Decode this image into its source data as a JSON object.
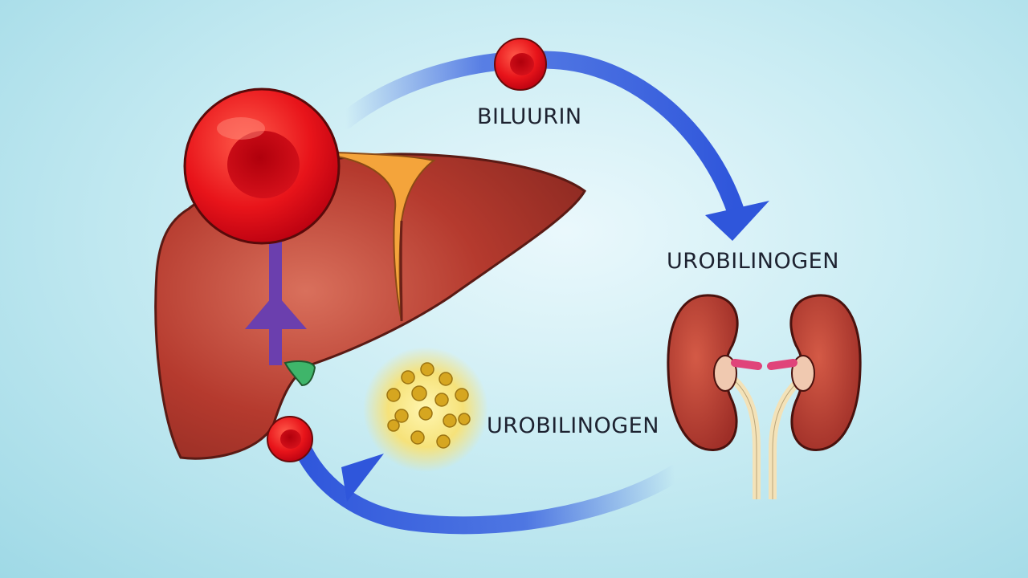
{
  "labels": {
    "top": "BILUURIN",
    "right": "UROBILINOGEN",
    "middle": "UROBILINOGEN"
  },
  "colors": {
    "background": "#c9ecf3",
    "cycle_arrow": "#3b63e0",
    "liver": "#b53a2e",
    "blood_cell": "#e8141a",
    "kidney": "#b8392f",
    "ureter": "#f3e2b8",
    "bilirubin_arrow": "#6b3fae",
    "gallbladder": "#3fb56a",
    "bile_particles": "#d6a620"
  },
  "icons": [
    "red-blood-cell-icon",
    "liver-icon",
    "kidneys-icon",
    "bile-particles-icon"
  ]
}
